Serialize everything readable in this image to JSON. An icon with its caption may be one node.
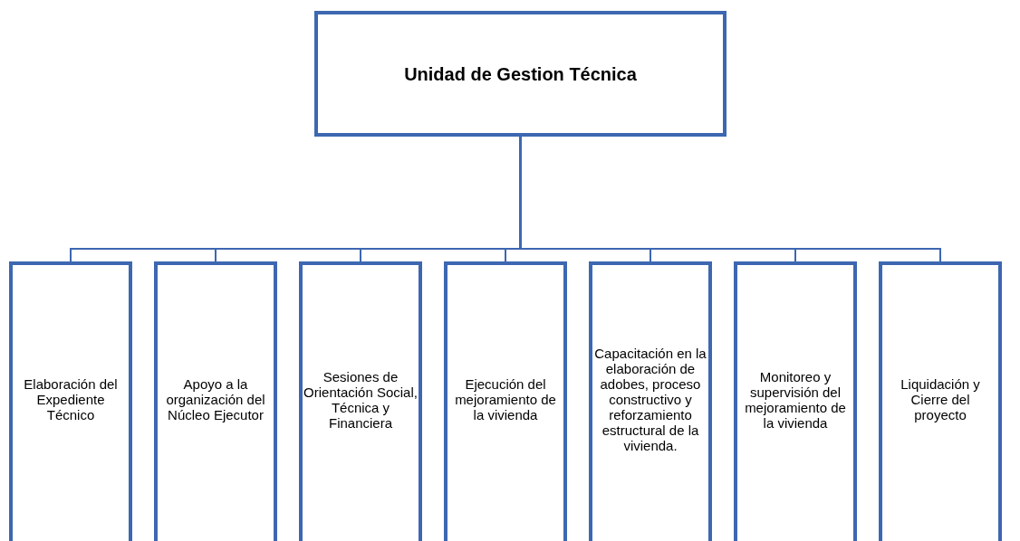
{
  "diagram": {
    "nodes": [
      {
        "text": [
          "Unidad de Gestion Técnica"
        ]
      },
      {
        "text": [
          "Elaboración del Expediente Técnico"
        ]
      },
      {
        "text": [
          "Apoyo a la organización del Núcleo Ejecutor"
        ]
      },
      {
        "text": [
          "Sesiones de Orientación Social, Técnica y Financiera"
        ]
      },
      {
        "text": [
          "Ejecución del mejoramiento de la vivienda"
        ]
      },
      {
        "text": [
          "Capacitación en la elaboración de adobes, proceso constructivo y reforzamiento estructural de la vivienda."
        ]
      },
      {
        "text": [
          "Monitoreo y supervisión del mejoramiento de la vivienda"
        ]
      },
      {
        "text": [
          "Liquidación y Cierre del proyecto"
        ]
      }
    ],
    "edges": [
      {
        "from": 0,
        "to": 1,
        "arrow": "none"
      },
      {
        "from": 0,
        "to": 2,
        "arrow": "none"
      },
      {
        "from": 0,
        "to": 3,
        "arrow": "none"
      },
      {
        "from": 0,
        "to": 4,
        "arrow": "none"
      },
      {
        "from": 0,
        "to": 5,
        "arrow": "none"
      },
      {
        "from": 0,
        "to": 6,
        "arrow": "none"
      },
      {
        "from": 0,
        "to": 7,
        "arrow": "none"
      }
    ]
  }
}
